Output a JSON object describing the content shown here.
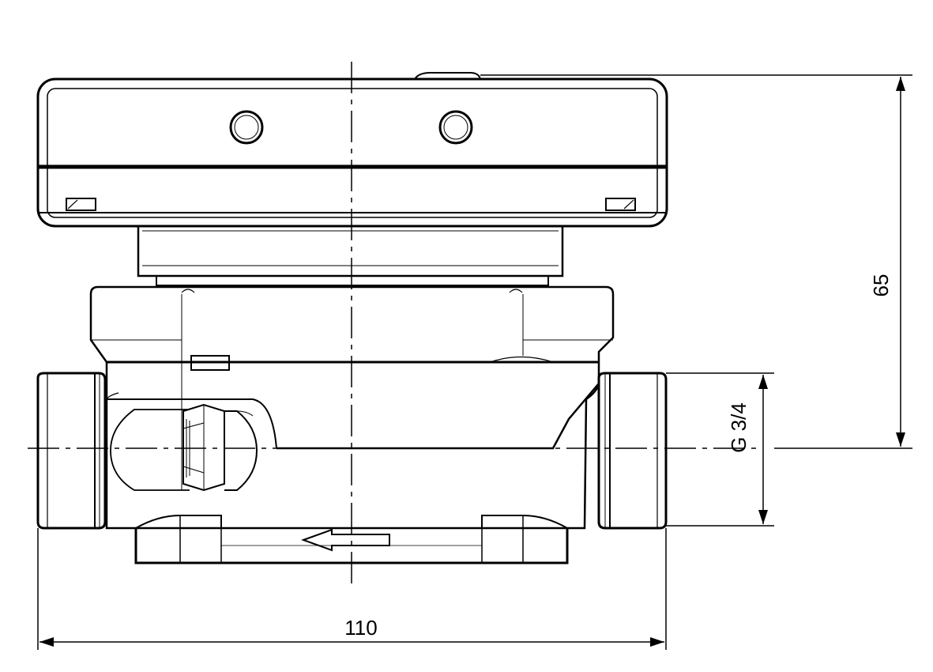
{
  "dimensions": {
    "width_label": "110",
    "height_label": "65",
    "thread_label": "G 3/4"
  },
  "colors": {
    "line": "#000000",
    "background": "#ffffff"
  },
  "flow_direction": "right-to-left"
}
